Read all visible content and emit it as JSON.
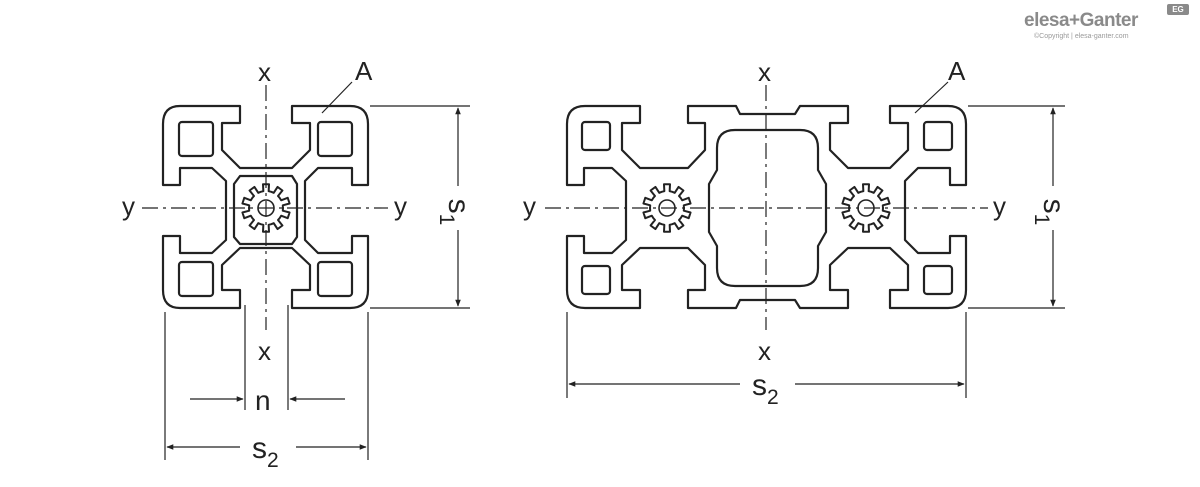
{
  "brand": {
    "name": "elesa+Ganter",
    "copyright": "©Copyright | elesa-ganter.com",
    "badge": "EG"
  },
  "labels": {
    "axis_x": "x",
    "axis_y": "y",
    "slot": "A",
    "s1_main": "s",
    "s1_sub": "1",
    "s2_main": "s",
    "s2_sub": "2",
    "n": "n"
  },
  "colors": {
    "line": "#222222",
    "fill": "#ffffff",
    "logo": "#8a8a8a"
  }
}
